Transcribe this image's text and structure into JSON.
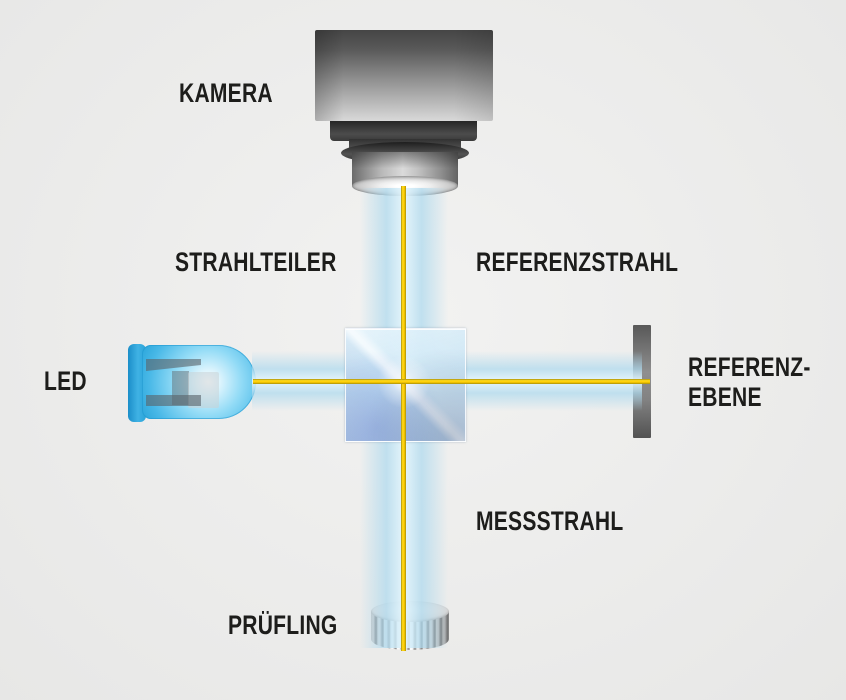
{
  "diagram": {
    "kind": "interferometer-optical-schematic",
    "labels": {
      "camera": "KAMERA",
      "beam_splitter": "STRAHLTEILER",
      "reference_beam": "REFERENZSTRAHL",
      "led": "LED",
      "reference_plane_line1": "REFERENZ-",
      "reference_plane_line2": "EBENE",
      "measuring_beam": "MESSSTRAHL",
      "test_object": "PRÜFLING"
    },
    "colors": {
      "background": "#ebebeb",
      "label_text": "#1d1d1b",
      "beam_yellow": "#ffcc00",
      "beam_glow_blue": "#cfe9f5",
      "led_blue": "#48b8e7",
      "splitter_blue": "#bcdcf0",
      "metal_gray": "#8f8f8f"
    }
  }
}
